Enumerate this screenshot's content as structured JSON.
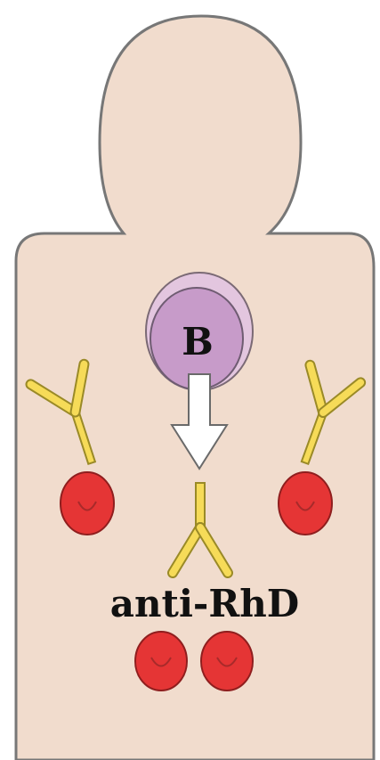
{
  "diagram": {
    "cell_label": "B",
    "antibody_label": "anti-RhD",
    "colors": {
      "body_fill": "#f1dccd",
      "body_outline": "#777777",
      "b_cell": "#c79bc9",
      "b_cell_outer": "#e3c6df",
      "antibody": "#f6db58",
      "antibody_outline": "#9a8a27",
      "red_cell": "#e53535",
      "arrow": "#ffffff"
    },
    "icons": [
      "b-cell",
      "arrow-down",
      "antibody",
      "red-blood-cell"
    ]
  }
}
